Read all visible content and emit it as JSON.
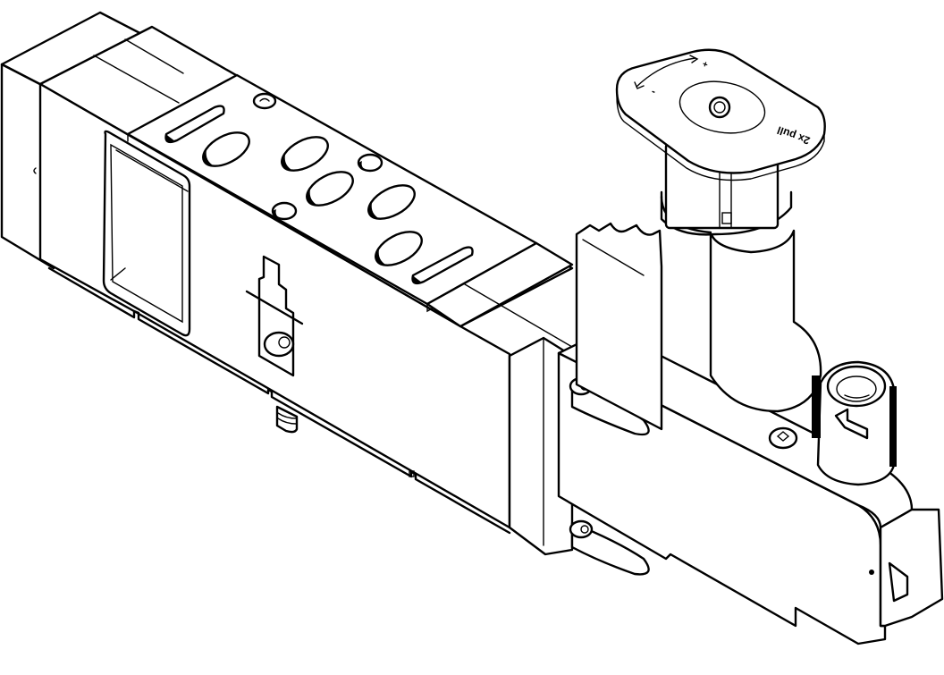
{
  "figure": {
    "type": "isometric-technical-line-drawing",
    "subject": "pneumatic valve manifold sub-base with pressure regulator plate",
    "stroke_color": "#000000",
    "background_color": "#ffffff"
  },
  "regulator_knob": {
    "label": "2x pull",
    "plus_marker": "+",
    "minus_marker": "-"
  }
}
